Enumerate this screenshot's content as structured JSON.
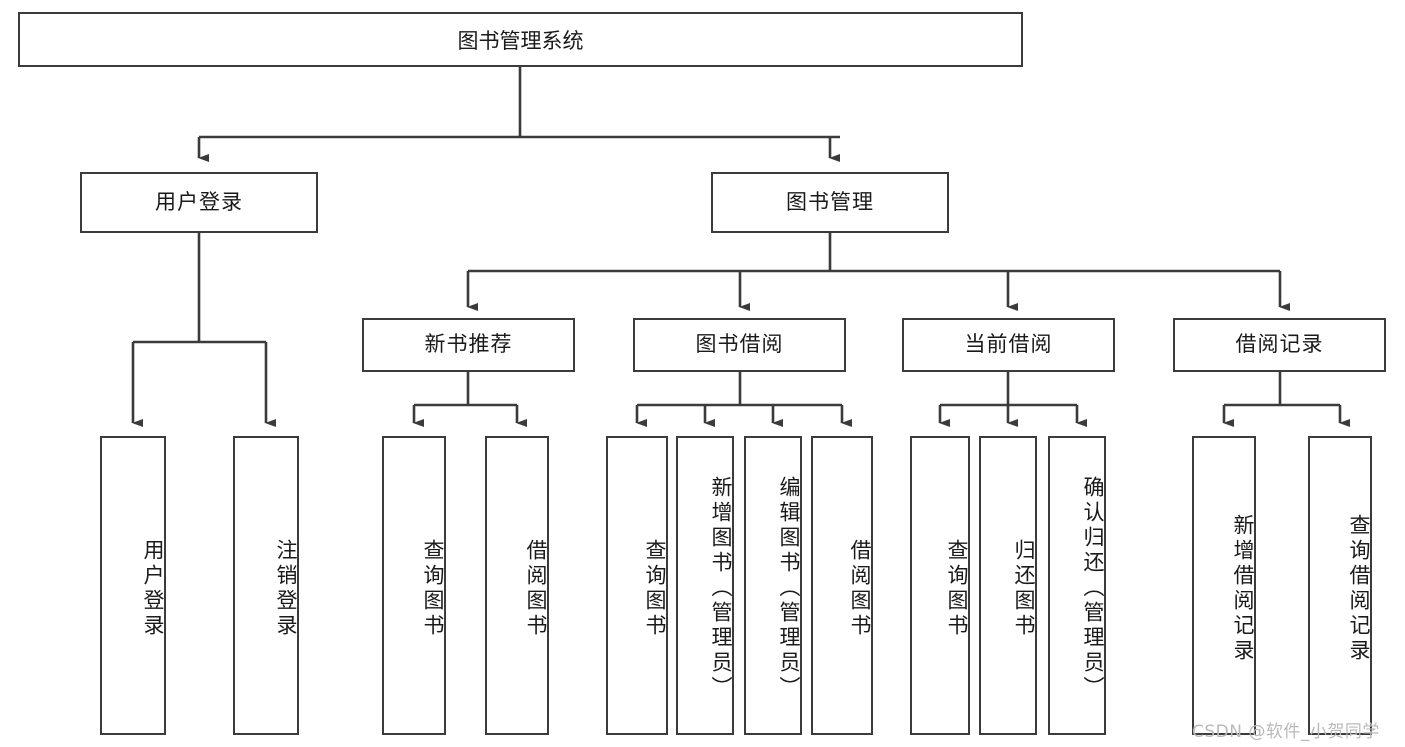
{
  "diagram": {
    "title": "图书管理系统",
    "type": "tree",
    "stroke_color": "#3b3b3b",
    "fill_color": "#ffffff",
    "background": "#ffffff",
    "watermark": "CSDN @软件_小贺同学",
    "nodes": {
      "root": {
        "label": "图书管理系统"
      },
      "level1": [
        {
          "id": "user-login",
          "label": "用户登录"
        },
        {
          "id": "book-manage",
          "label": "图书管理"
        }
      ],
      "level2": [
        {
          "id": "new-book-recommend",
          "label": "新书推荐"
        },
        {
          "id": "book-borrow",
          "label": "图书借阅"
        },
        {
          "id": "current-borrow",
          "label": "当前借阅"
        },
        {
          "id": "borrow-record",
          "label": "借阅记录"
        }
      ],
      "leaves": [
        {
          "id": "leaf-user-login",
          "label": "用户登录"
        },
        {
          "id": "leaf-logout-login",
          "label": "注销登录"
        },
        {
          "id": "leaf-query-book-1",
          "label": "查询图书"
        },
        {
          "id": "leaf-borrow-book-1",
          "label": "借阅图书"
        },
        {
          "id": "leaf-query-book-2",
          "label": "查询图书"
        },
        {
          "id": "leaf-add-book",
          "label": "新增图书（管理员）"
        },
        {
          "id": "leaf-edit-book",
          "label": "编辑图书（管理员）"
        },
        {
          "id": "leaf-borrow-book-2",
          "label": "借阅图书"
        },
        {
          "id": "leaf-query-book-3",
          "label": "查询图书"
        },
        {
          "id": "leaf-return-book",
          "label": "归还图书"
        },
        {
          "id": "leaf-confirm-return",
          "label": "确认归还（管理员）"
        },
        {
          "id": "leaf-add-record",
          "label": "新增借阅记录"
        },
        {
          "id": "leaf-query-record",
          "label": "查询借阅记录"
        }
      ]
    }
  }
}
